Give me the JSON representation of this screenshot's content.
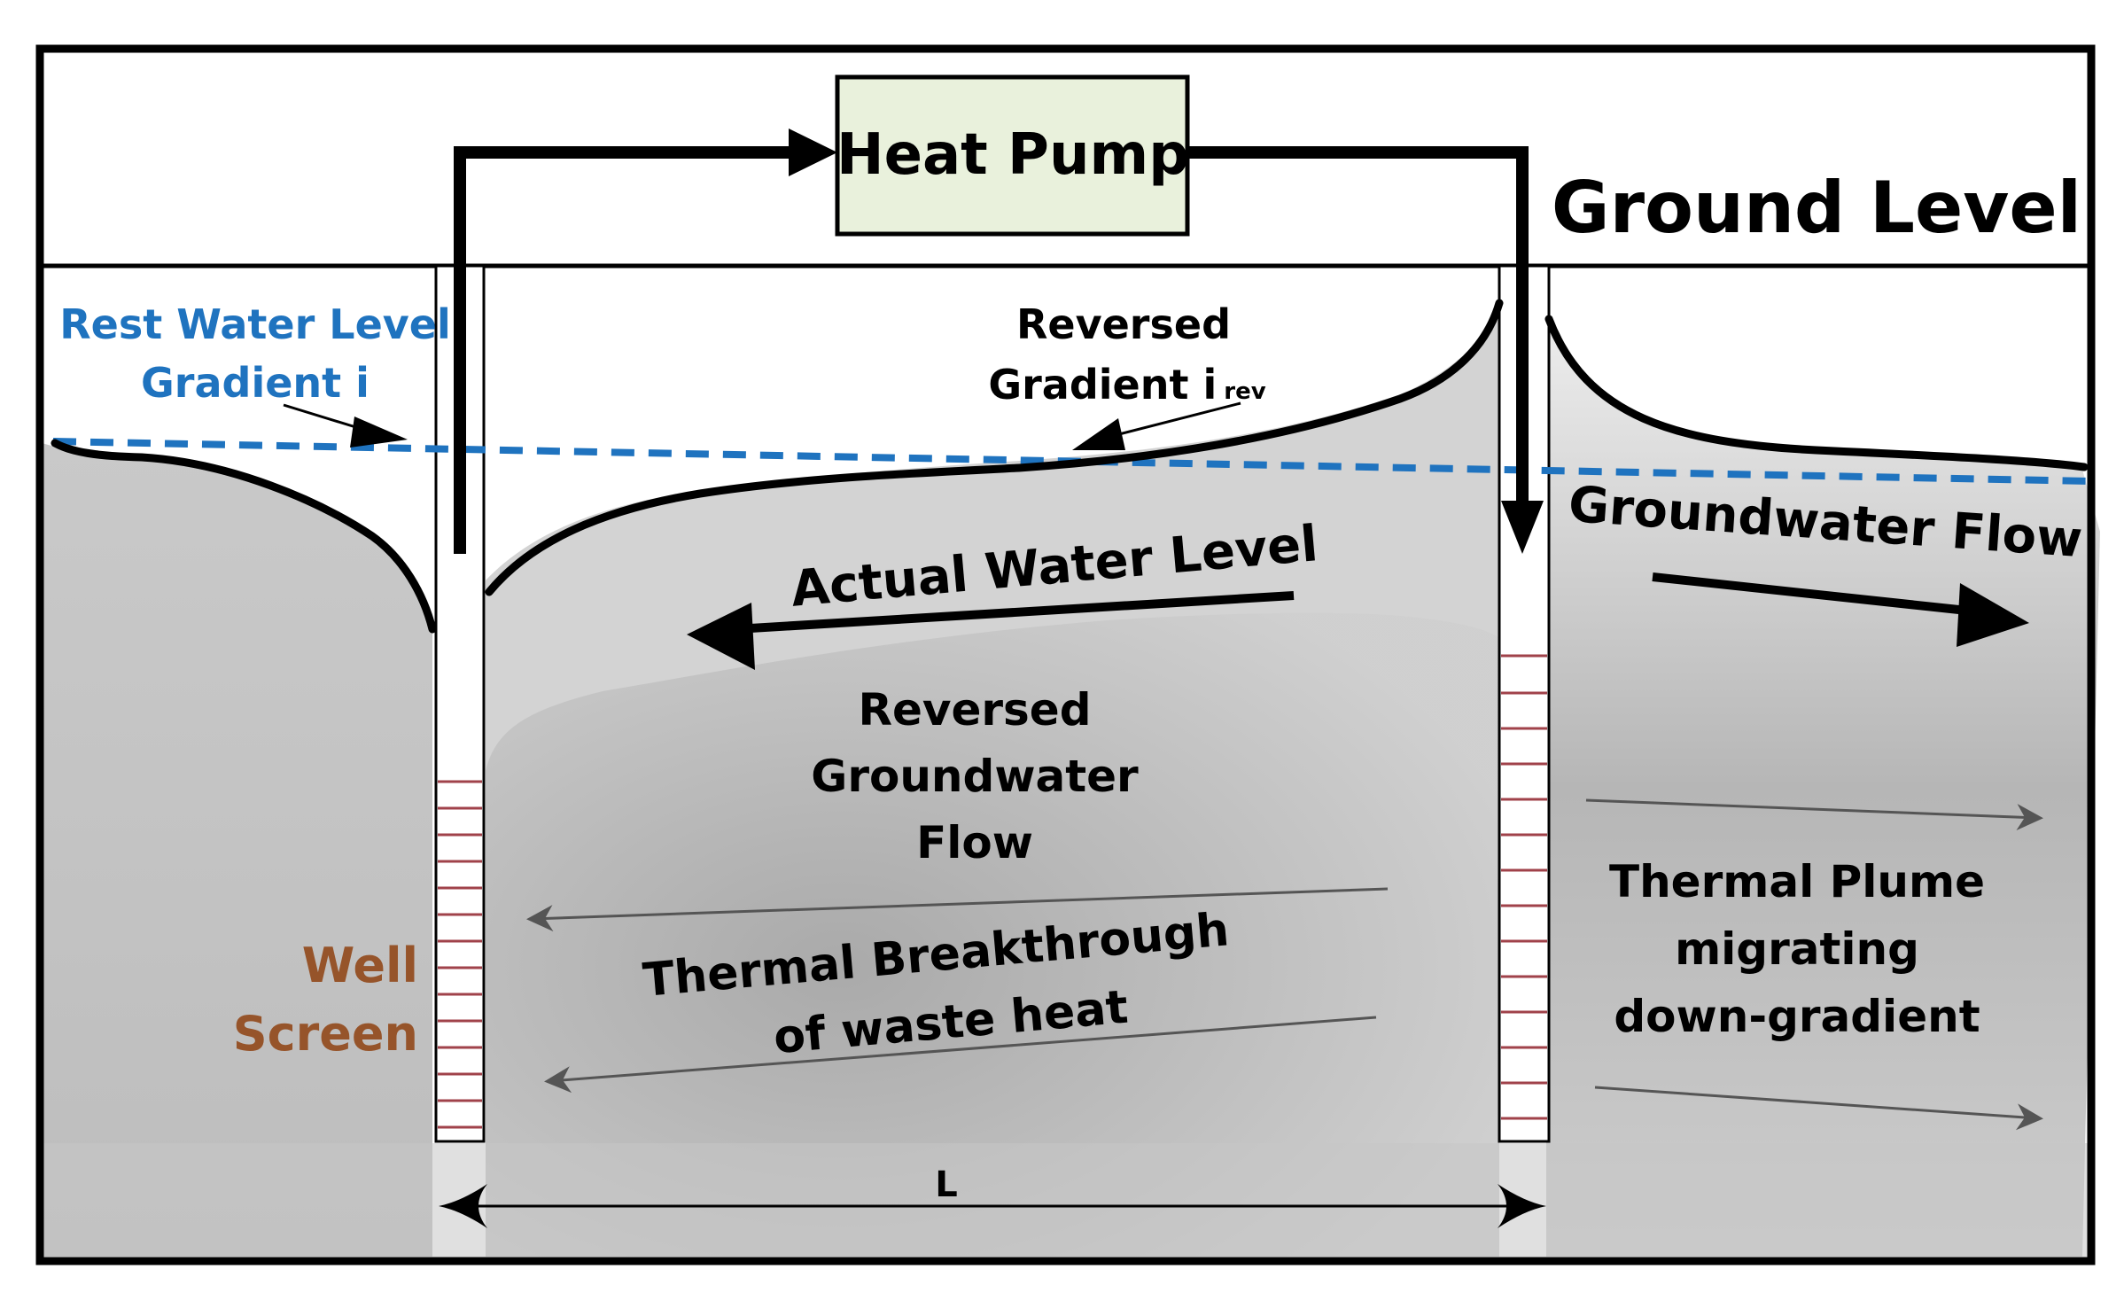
{
  "colors": {
    "outline": "#000000",
    "water_level_blue": "#1f73bf",
    "heat_pump_fill": "#e9f1dc",
    "well_screen_brown": "#96542a",
    "screen_slot": "#a0424a",
    "ground_light": "#cccccc",
    "ground_mid": "#b8b8b8",
    "plume_dark": "#9e9e9e",
    "thin_arrow": "#555555"
  },
  "labels": {
    "heat_pump": "Heat Pump",
    "ground_level": "Ground Level",
    "rest_water_level": "Rest Water Level",
    "gradient_i": "Gradient i",
    "reversed": "Reversed",
    "gradient_i_rev_main": "Gradient i",
    "gradient_i_rev_sub": "rev",
    "actual_water_level": "Actual Water Level",
    "groundwater_flow": "Groundwater Flow",
    "reversed_gw_flow": [
      "Reversed",
      "Groundwater",
      "Flow"
    ],
    "thermal_breakthrough": [
      "Thermal Breakthrough",
      "of waste heat"
    ],
    "thermal_plume": [
      "Thermal Plume",
      "migrating",
      "down-gradient"
    ],
    "well_screen": [
      "Well",
      "Screen"
    ],
    "distance_L": "L"
  }
}
